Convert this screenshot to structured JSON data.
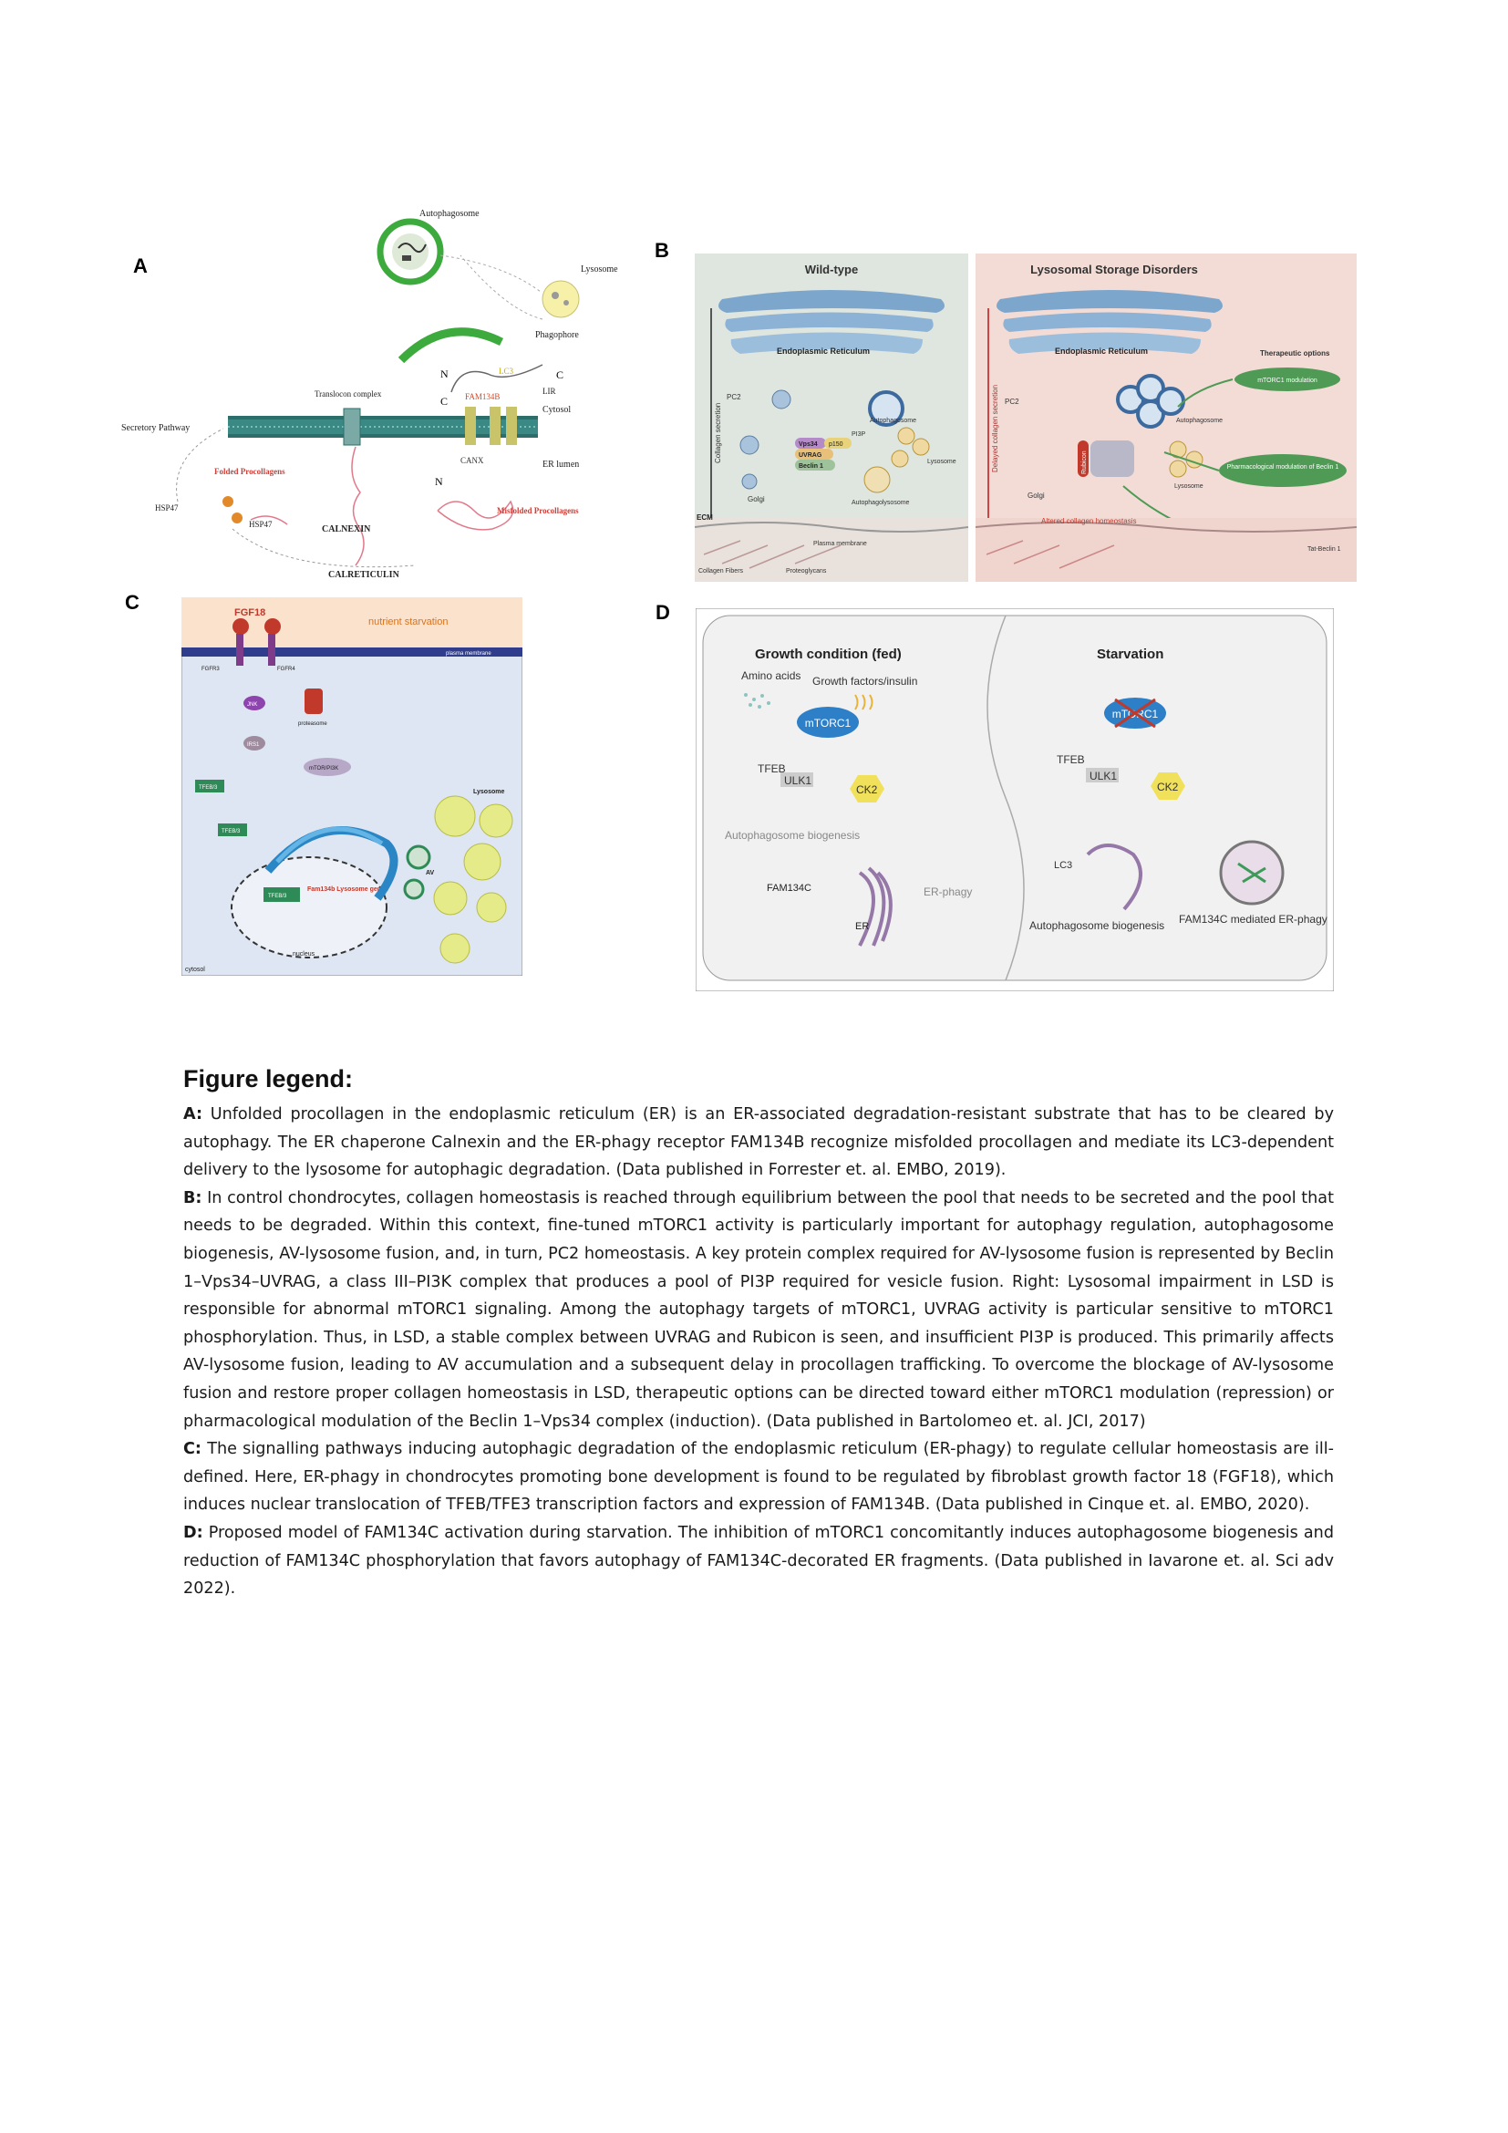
{
  "panels": {
    "A": {
      "letter": "A",
      "labels": {
        "autophagosome": "Autophagosome",
        "lysosome": "Lysosome",
        "phagophore": "Phagophore",
        "lc3": "LC3",
        "lir": "LIR",
        "cytosol": "Cytosol",
        "fam134b": "FAM134B",
        "translocon": "Translocon complex",
        "secretory": "Secretory Pathway",
        "er_lumen": "ER lumen",
        "canx": "CANX",
        "folded": "Folded Procollagens",
        "hsp47a": "HSP47",
        "hsp47b": "HSP47",
        "calnexin": "CALNEXIN",
        "calreticulin": "CALRETICULIN",
        "misfolded": "Misfolded Procollagens",
        "n1": "N",
        "c1": "C",
        "c2": "C",
        "n2": "N"
      }
    },
    "B": {
      "letter": "B",
      "labels": {
        "wildtype": "Wild-type",
        "lsd": "Lysosomal Storage Disorders",
        "er_left": "Endoplasmic Reticulum",
        "er_right": "Endoplasmic Reticulum",
        "collagen_secretion": "Collagen secretion",
        "delayed_secretion": "Delayed collagen secretion",
        "pc2_left": "PC2",
        "pc2_right": "PC2",
        "golgi_left": "Golgi",
        "golgi_right": "Golgi",
        "autophagosome_left": "Autophagosome",
        "autophagosome_right": "Autophagosome",
        "pi3p": "PI3P",
        "vps34": "Vps34",
        "p150": "p150",
        "uvrag": "UVRAG",
        "beclin": "Beclin 1",
        "lysosome_left": "Lysosome",
        "lysosome_right": "Lysosome",
        "autophagolysosome": "Autophagolysosome",
        "ecm": "ECM",
        "plasma_membrane": "Plasma membrane",
        "collagen_fibers": "Collagen Fibers",
        "proteoglycans": "Proteoglycans",
        "therapeutic": "Therapeutic options",
        "mtorc1_mod": "mTORC1 modulation",
        "pharma": "Pharmacological modulation of Beclin 1",
        "altered": "Altered collagen homeostasis",
        "tat_beclin": "Tat-Beclin 1",
        "rubicon": "Rubicon"
      }
    },
    "C": {
      "letter": "C",
      "labels": {
        "fgf18": "FGF18",
        "nutrient": "nutrient starvation",
        "plasma_membrane": "plasma membrane",
        "fgfr3": "FGFR3",
        "fgfr4": "FGFR4",
        "jnk": "JNK",
        "irs1": "IRS1",
        "proteasome": "proteasome",
        "mtor": "mTOR/PI3K",
        "tfeb1": "TFEB/3",
        "tfeb2": "TFEB/3",
        "tfeb3": "TFEB/3",
        "fam_genes": "Fam134b Lysosome genes",
        "lysosome": "Lysosome",
        "av": "AV",
        "nucleus": "nucleus",
        "cytosol": "cytosol"
      }
    },
    "D": {
      "letter": "D",
      "labels": {
        "growth": "Growth condition (fed)",
        "starvation": "Starvation",
        "amino": "Amino acids",
        "growth_factors": "Growth factors/insulin",
        "mtorc1_left": "mTORC1",
        "mtorc1_right": "mTORC1",
        "tfeb_left": "TFEB",
        "tfeb_right": "TFEB",
        "ulk1_left": "ULK1",
        "ulk1_right": "ULK1",
        "ck2_left": "CK2",
        "ck2_right": "CK2",
        "auto_bio_left": "Autophagosome biogenesis",
        "fam134c": "FAM134C",
        "er_phagy": "ER-phagy",
        "er": "ER",
        "lc3": "LC3",
        "auto_bio_right": "Autophagosome biogenesis",
        "fam_mediated": "FAM134C mediated ER-phagy"
      }
    }
  },
  "legend": {
    "title": "Figure legend:",
    "items": [
      {
        "key": "A:",
        "text": " Unfolded procollagen in the endoplasmic reticulum (ER) is an ER-associated degradation-resistant substrate that has to be cleared by autophagy. The ER chaperone Calnexin and the ER-phagy receptor FAM134B recognize misfolded procollagen and mediate its LC3-dependent delivery to the lysosome for autophagic degradation. (Data published in Forrester et. al. EMBO, 2019)."
      },
      {
        "key": "B:",
        "text": " In control chondrocytes, collagen homeostasis is reached through equilibrium between the pool that needs to be secreted and the pool that needs to be degraded. Within this context, fine-tuned mTORC1 activity is particularly important for autophagy regulation, autophagosome biogenesis, AV-lysosome fusion, and, in turn, PC2 homeostasis. A key protein complex required for AV-lysosome fusion is represented by Beclin 1–Vps34–UVRAG, a class III–PI3K complex that produces a pool of PI3P required for vesicle fusion. Right: Lysosomal impairment in LSD is responsible for abnormal mTORC1 signaling. Among the autophagy targets of mTORC1, UVRAG activity is particular sensitive to mTORC1 phosphorylation. Thus, in LSD, a stable complex between UVRAG and Rubicon is seen, and insufficient PI3P is produced. This primarily affects AV-lysosome fusion, leading to AV accumulation and a subsequent delay in procollagen trafficking. To overcome the blockage of AV-lysosome fusion and restore proper collagen homeostasis in LSD, therapeutic options can be directed toward either mTORC1 modulation (repression) or pharmacological modulation of the Beclin 1–Vps34 complex (induction). (Data published in Bartolomeo et. al. JCI, 2017)"
      },
      {
        "key": "C:",
        "text": " The signalling pathways inducing autophagic degradation of the endoplasmic reticulum (ER-phagy) to regulate cellular homeostasis are ill-defined. Here, ER-phagy in chondrocytes promoting bone development is found to be regulated by fibroblast growth factor 18 (FGF18), which induces nuclear translocation of TFEB/TFE3 transcription factors and expression of FAM134B. (Data published in Cinque et. al. EMBO, 2020)."
      },
      {
        "key": "D:",
        "text": " Proposed model of FAM134C activation during starvation. The inhibition of mTORC1 concomitantly induces autophagosome biogenesis and reduction of FAM134C phosphorylation that favors autophagy of FAM134C-decorated ER fragments. (Data published in Iavarone et. al. Sci adv 2022)."
      }
    ]
  }
}
